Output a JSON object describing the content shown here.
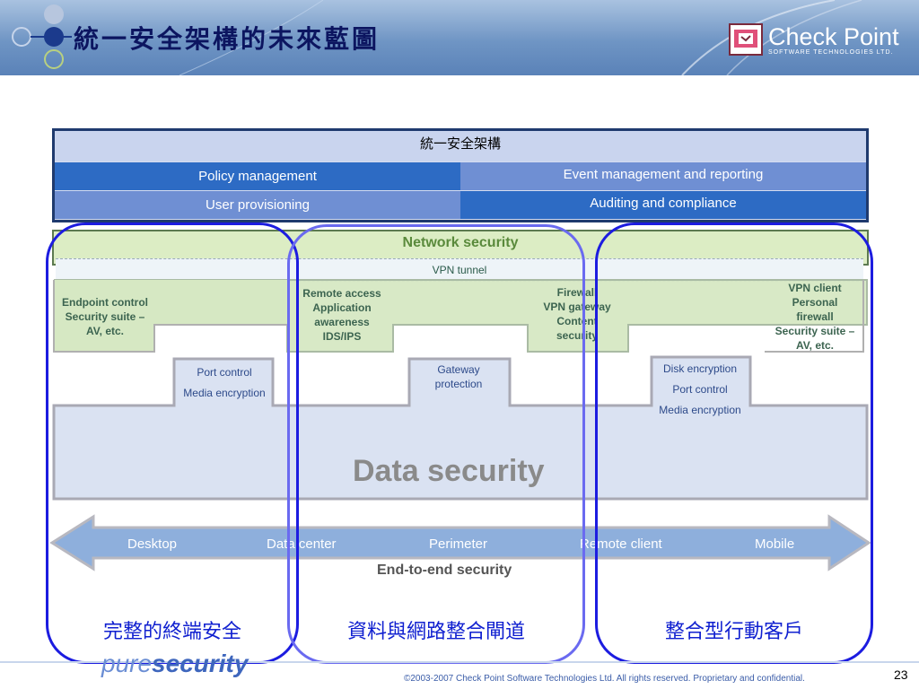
{
  "slide": {
    "title": "統一安全架構的未來藍圖",
    "logo": {
      "name": "Check Point",
      "sub": "SOFTWARE TECHNOLOGIES LTD."
    },
    "page_number": "23",
    "copyright": "©2003-2007 Check Point Software Technologies Ltd. All rights reserved. Proprietary and confidential.",
    "brand": {
      "light": "pure",
      "bold": "security"
    }
  },
  "framework": {
    "title": "統一安全架構",
    "cells": [
      "Policy management",
      "Event management and reporting",
      "User provisioning",
      "Auditing and compliance"
    ]
  },
  "network": {
    "title": "Network security",
    "vpn_tunnel": "VPN tunnel",
    "endpoint_lines": [
      "Endpoint control",
      "Security suite –",
      "AV, etc."
    ],
    "datacenter_lines": [
      "Remote access",
      "Application",
      "awareness",
      "IDS/IPS"
    ],
    "perimeter_lines": [
      "Firewall",
      "VPN gateway",
      "Content",
      "security"
    ],
    "mobile_lines": [
      "VPN client",
      "Personal",
      "firewall",
      "Security suite –",
      "AV, etc."
    ]
  },
  "data_security": {
    "title": "Data security",
    "desktop_lines": [
      "Port control",
      "Media encryption"
    ],
    "gateway_lines": [
      "Gateway",
      "protection"
    ],
    "remote_lines": [
      "Disk encryption",
      "Port control",
      "Media encryption"
    ]
  },
  "end_to_end": {
    "labels": [
      "Desktop",
      "Data center",
      "Perimeter",
      "Remote client",
      "Mobile"
    ],
    "title": "End-to-end security"
  },
  "columns": [
    "完整的終端安全",
    "資料與網路整合閘道",
    "整合型行動客戶"
  ],
  "colors": {
    "header": "#6f95c4",
    "frame_blue": "#1c1ce0",
    "dark_cell": "#2d6bc4",
    "light_cell": "#6f8fd3",
    "network_green": "#dcedc4",
    "data_blue": "#dae2f2"
  }
}
